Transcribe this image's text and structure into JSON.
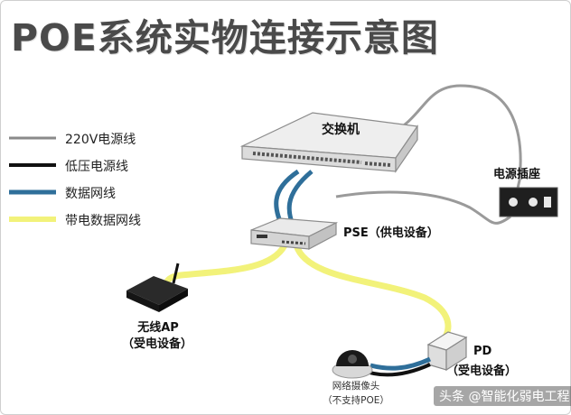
{
  "title": "POE系统实物连接示意图",
  "legend": [
    {
      "label": "220V电源线",
      "color": "#8a8a8a"
    },
    {
      "label": "低压电源线",
      "color": "#111111"
    },
    {
      "label": "数据网线",
      "color": "#2f6f9a"
    },
    {
      "label": "带电数据网线",
      "color": "#f2f27a"
    }
  ],
  "devices": {
    "switch": "交换机",
    "pse": "PSE（供电设备）",
    "power_outlet": "电源插座",
    "ap_name": "无线AP",
    "ap_role": "（受电设备）",
    "pd_name": "PD",
    "pd_role": "（受电设备）",
    "camera_name": "网络摄像头",
    "camera_note": "（不支持POE）"
  },
  "watermark": "头条 @智能化弱电工程"
}
